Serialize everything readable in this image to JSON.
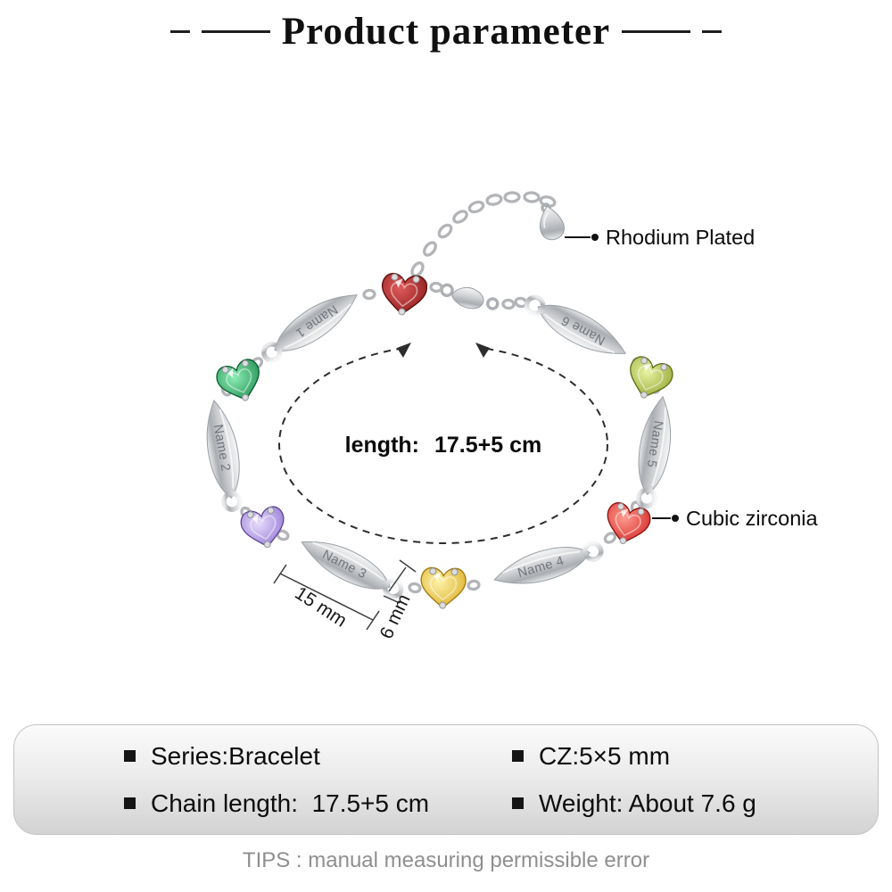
{
  "header": {
    "title": "Product parameter"
  },
  "figure": {
    "length_label": "length:",
    "length_value": "17.5+5 cm",
    "callouts": [
      {
        "label": "Rhodium Plated"
      },
      {
        "label": "Cubic zirconia"
      }
    ],
    "dimensions": {
      "link_width": "15 mm",
      "gem_width": "6 mm"
    },
    "links": [
      "Name 1",
      "Name 2",
      "Name 3",
      "Name 4",
      "Name 5",
      "Name 6"
    ],
    "gem_colors": {
      "garnet": "#8b1a1a",
      "emerald": "#18a35a",
      "amethyst": "#9b7fd4",
      "citrine": "#e6c02a",
      "ruby": "#e02525",
      "peridot": "#9aa832"
    },
    "metal_color": "#c9cbce"
  },
  "specs": {
    "items": [
      {
        "label": "Series:Bracelet"
      },
      {
        "label": "CZ:5×5 mm"
      },
      {
        "label": "Chain length:  17.5+5 cm"
      },
      {
        "label": "Weight: About 7.6 g"
      }
    ]
  },
  "footer": {
    "tips": "TIPS : manual measuring permissible error"
  }
}
